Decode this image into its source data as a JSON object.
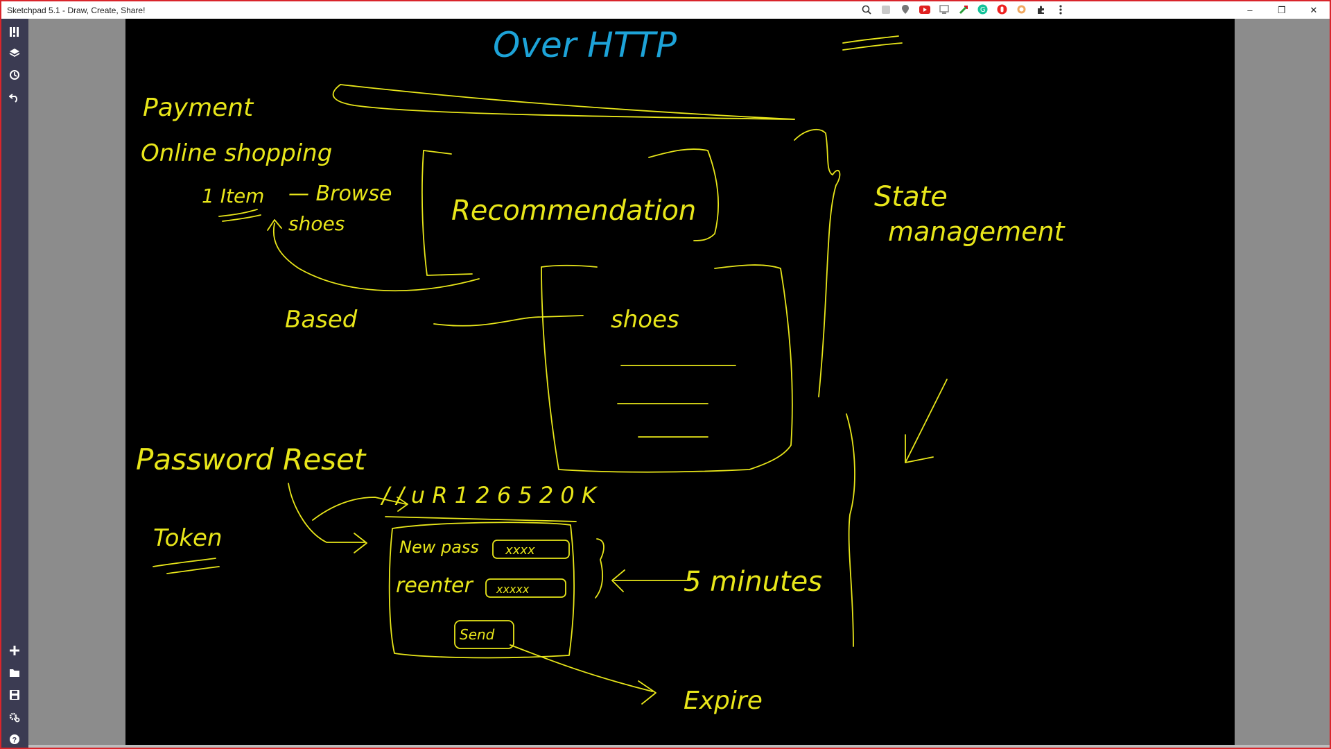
{
  "app": {
    "title": "Sketchpad 5.1 - Draw, Create, Share!"
  },
  "window_controls": {
    "minimize": "–",
    "restore": "❐",
    "close": "✕"
  },
  "tray_icons": [
    "zoom-icon",
    "extension-icon",
    "location-icon",
    "youtube-icon",
    "screen-icon",
    "arrow-icon",
    "grammarly-icon",
    "record-icon",
    "circle-icon",
    "puzzle-icon",
    "menu-icon"
  ],
  "sidebar": {
    "top_tools": [
      "tools-icon",
      "layers-icon",
      "history-icon",
      "undo-icon"
    ],
    "bottom_tools": [
      "add-icon",
      "folder-icon",
      "save-icon",
      "settings-icon",
      "help-icon"
    ]
  },
  "colors": {
    "ink_yellow": "#e8e61a",
    "ink_blue": "#1da3d8",
    "canvas": "#000000",
    "sidebar": "#3b3b52",
    "frame": "#d9252b"
  },
  "drawing": {
    "heading": "Over HTTP",
    "payment": "Payment",
    "online_shopping": "Online shopping",
    "item_user": "1 Item",
    "browse": "— Browse",
    "shoes_small": "shoes",
    "recommendation": "Recommendation",
    "based": "Based",
    "shoes_box": "shoes",
    "state": "State",
    "management": "management",
    "password_reset": "Password Reset",
    "token": "Token",
    "url": "/ / u R 1 2 6 5 2 0 K",
    "new_pass": "New pass",
    "new_pass_value": "xxxx",
    "reenter": "reenter",
    "reenter_value": "xxxxx",
    "send": "Send",
    "five_minutes": "5 minutes",
    "expire": "Expire"
  }
}
